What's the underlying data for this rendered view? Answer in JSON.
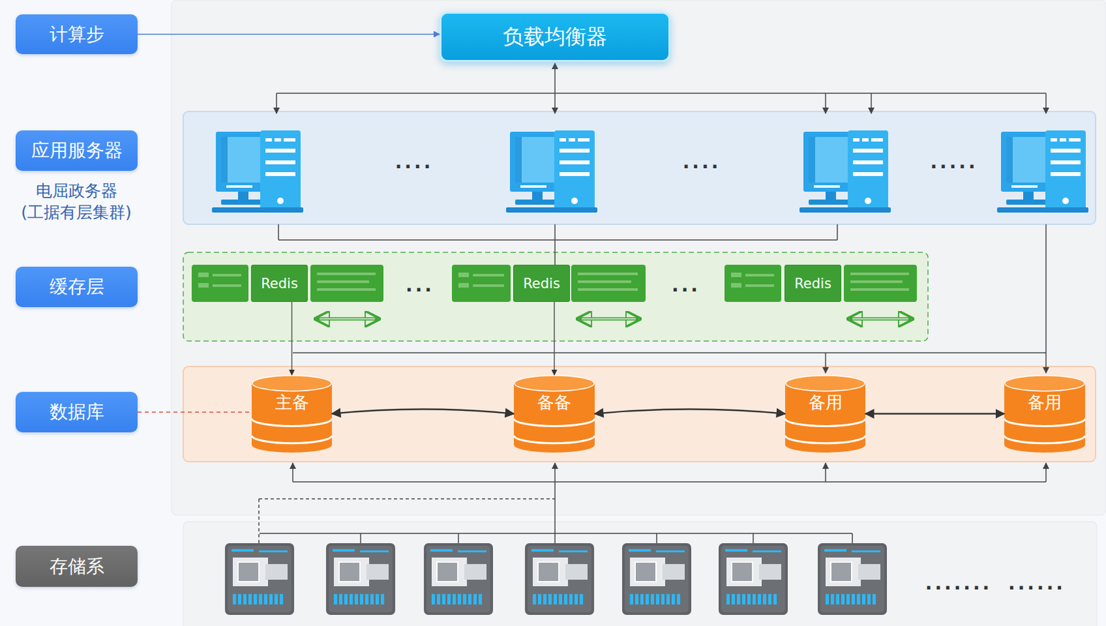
{
  "diagram": {
    "nodes": [
      {
        "text": [
          "计算步"
        ]
      },
      {
        "text": [
          "负载均衡器"
        ]
      },
      {
        "text": [
          "应用服务器"
        ]
      },
      {
        "text": [
          "缓存层"
        ]
      },
      {
        "text": [
          "Redis"
        ]
      },
      {
        "text": [
          "Redis"
        ]
      },
      {
        "text": [
          "Redis"
        ]
      },
      {
        "text": [
          "数据库"
        ]
      },
      {
        "text": [
          "主备"
        ]
      },
      {
        "text": [
          "备备"
        ]
      },
      {
        "text": [
          "备用"
        ]
      },
      {
        "text": [
          "备用"
        ]
      },
      {
        "text": [
          "存储系"
        ]
      }
    ],
    "edges": [
      {
        "from": 0,
        "to": 1,
        "arrow": "to"
      },
      {
        "from": 4,
        "to": 8,
        "arrow": "to"
      },
      {
        "from": 5,
        "to": 9,
        "arrow": "to"
      },
      {
        "from": 8,
        "to": 9,
        "arrow": "both"
      },
      {
        "from": 9,
        "to": 10,
        "arrow": "both"
      },
      {
        "from": 10,
        "to": 11,
        "arrow": "both"
      },
      {
        "from": 7,
        "to": 8,
        "arrow": "none"
      }
    ],
    "labels": [
      "电屈政务器",
      "(工据有层集群)",
      "....",
      "....",
      ".....",
      "...",
      "...",
      ".......",
      "......"
    ]
  }
}
